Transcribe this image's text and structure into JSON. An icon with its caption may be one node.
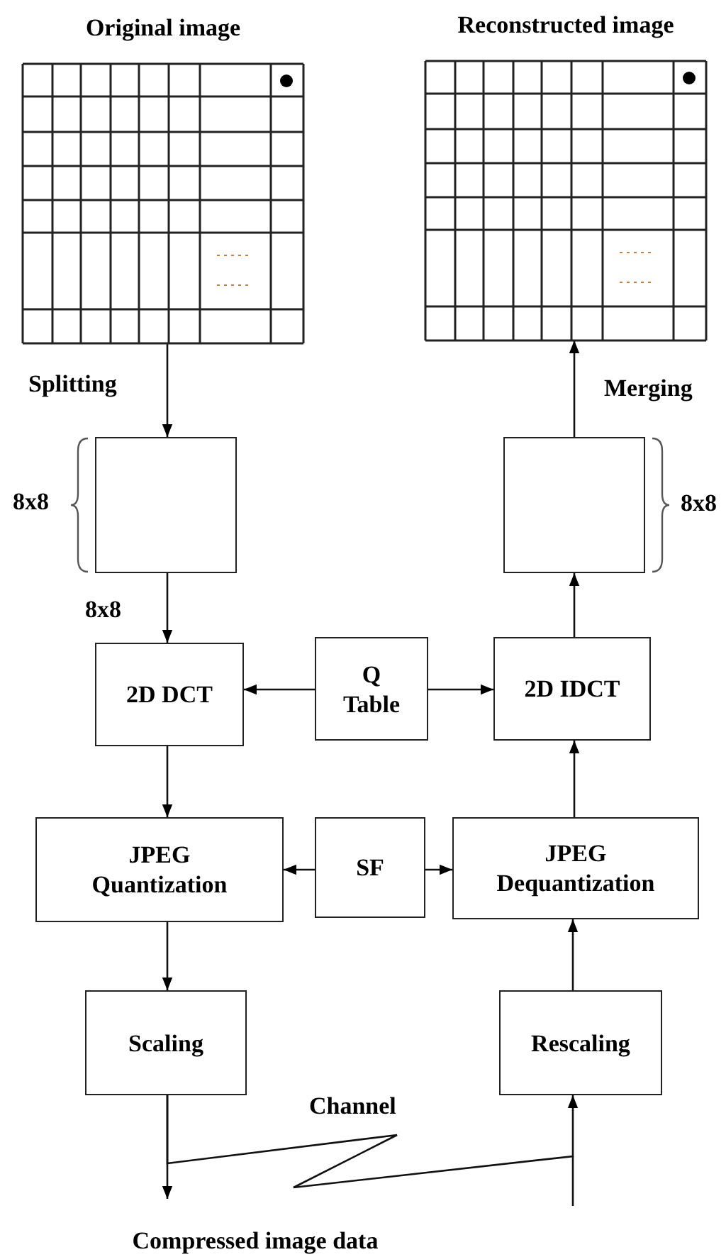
{
  "diagram": {
    "nodes": [
      {
        "text": [
          "Original image"
        ]
      },
      {
        "text": [
          "Reconstructed image"
        ]
      },
      {
        "text": [],
        "shape": "box"
      },
      {
        "text": [],
        "shape": "box"
      },
      {
        "text": [
          "2D DCT"
        ]
      },
      {
        "text": [
          "Q Table"
        ]
      },
      {
        "text": [
          "2D IDCT"
        ]
      },
      {
        "text": [
          "JPEG Quantization"
        ]
      },
      {
        "text": [
          "SF"
        ]
      },
      {
        "text": [
          "JPEG Dequantization"
        ]
      },
      {
        "text": [
          "Scaling"
        ]
      },
      {
        "text": [
          "Rescaling"
        ]
      },
      {
        "text": [
          "Compressed image data"
        ]
      }
    ],
    "edges": [
      {
        "from": 0,
        "to": 2,
        "arrow": "to",
        "label": "Splitting"
      },
      {
        "from": 3,
        "to": 1,
        "arrow": "to",
        "label": "Merging"
      },
      {
        "from": 2,
        "to": 4,
        "arrow": "to",
        "label": "8x8"
      },
      {
        "from": 5,
        "to": 4,
        "arrow": "to"
      },
      {
        "from": 5,
        "to": 6,
        "arrow": "to"
      },
      {
        "from": 4,
        "to": 7,
        "arrow": "to"
      },
      {
        "from": 8,
        "to": 7,
        "arrow": "to"
      },
      {
        "from": 8,
        "to": 9,
        "arrow": "to"
      },
      {
        "from": 7,
        "to": 10,
        "arrow": "to"
      },
      {
        "from": 10,
        "to": 12,
        "arrow": "to"
      },
      {
        "from": 10,
        "to": 11,
        "arrow": "to",
        "label": "Channel"
      },
      {
        "from": 11,
        "to": 9,
        "arrow": "to"
      },
      {
        "from": 9,
        "to": 6,
        "arrow": "to"
      },
      {
        "from": 6,
        "to": 3,
        "arrow": "to"
      }
    ],
    "labels": [
      "8x8",
      "8x8"
    ]
  }
}
